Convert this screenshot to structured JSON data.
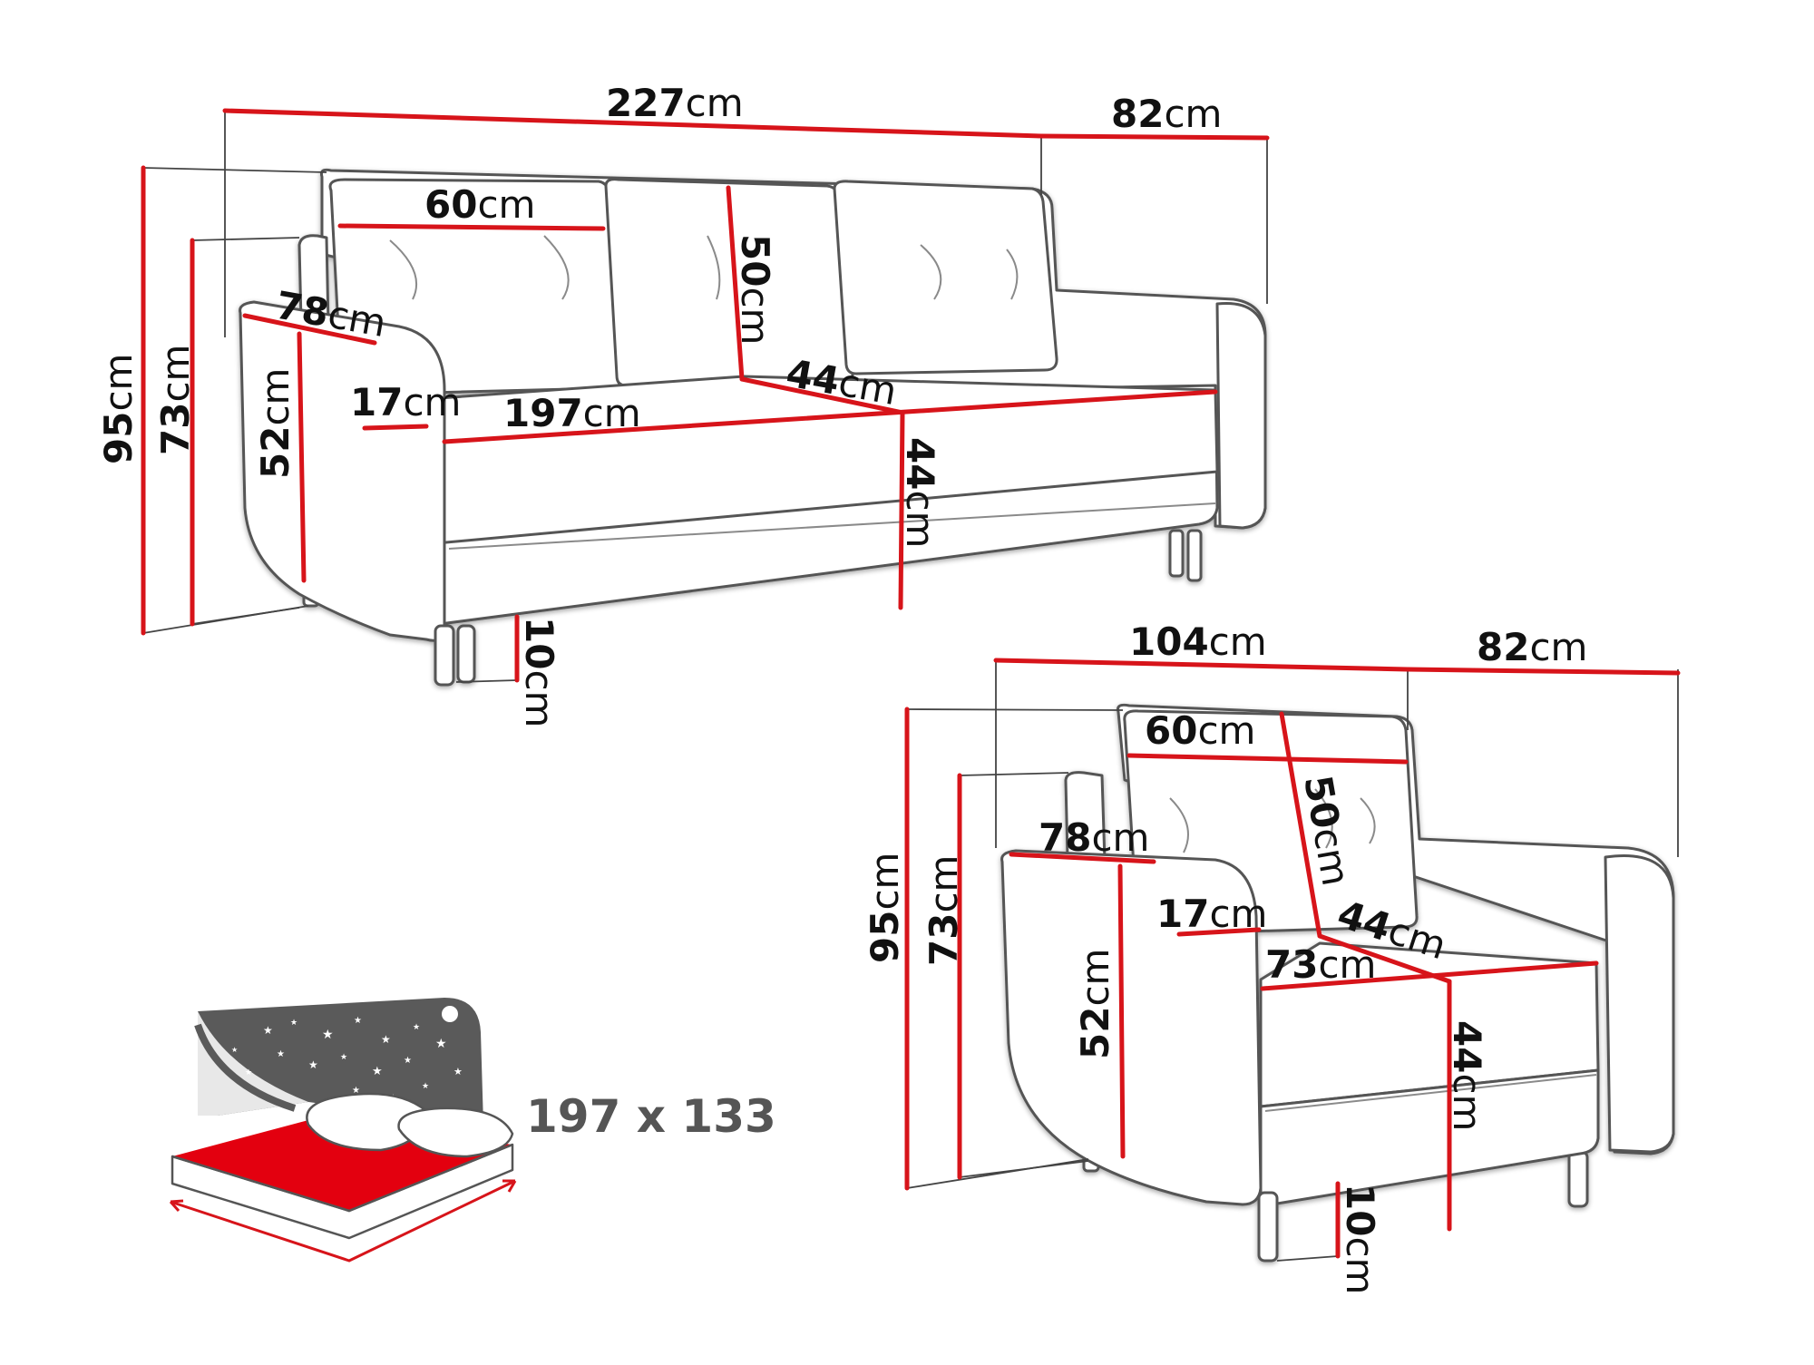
{
  "sofa": {
    "width": {
      "num": "227",
      "unit": "cm"
    },
    "depth": {
      "num": "82",
      "unit": "cm"
    },
    "cushion_width": {
      "num": "60",
      "unit": "cm"
    },
    "cushion_height": {
      "num": "50",
      "unit": "cm"
    },
    "armrest_depth": {
      "num": "78",
      "unit": "cm"
    },
    "armrest_width": {
      "num": "17",
      "unit": "cm"
    },
    "seat_width": {
      "num": "197",
      "unit": "cm"
    },
    "seat_depth": {
      "num": "44",
      "unit": "cm"
    },
    "total_height": {
      "num": "95",
      "unit": "cm"
    },
    "back_height": {
      "num": "73",
      "unit": "cm"
    },
    "armrest_height": {
      "num": "52",
      "unit": "cm"
    },
    "seat_height": {
      "num": "44",
      "unit": "cm"
    },
    "leg_height": {
      "num": "10",
      "unit": "cm"
    }
  },
  "armchair": {
    "width": {
      "num": "104",
      "unit": "cm"
    },
    "depth": {
      "num": "82",
      "unit": "cm"
    },
    "cushion_width": {
      "num": "60",
      "unit": "cm"
    },
    "cushion_height": {
      "num": "50",
      "unit": "cm"
    },
    "armrest_depth": {
      "num": "78",
      "unit": "cm"
    },
    "armrest_width": {
      "num": "17",
      "unit": "cm"
    },
    "seat_width": {
      "num": "73",
      "unit": "cm"
    },
    "seat_depth": {
      "num": "44",
      "unit": "cm"
    },
    "total_height": {
      "num": "95",
      "unit": "cm"
    },
    "back_height": {
      "num": "73",
      "unit": "cm"
    },
    "armrest_height": {
      "num": "52",
      "unit": "cm"
    },
    "seat_height": {
      "num": "44",
      "unit": "cm"
    },
    "leg_height": {
      "num": "10",
      "unit": "cm"
    }
  },
  "bed": {
    "sleeping_area": "197 x 133",
    "icon": "night-sky-bed-icon"
  },
  "colors": {
    "dimension_line": "#d7141a",
    "outline": "#555555",
    "guide": "#444444",
    "bed_red": "#e3000f",
    "sky": "#5a5a5a"
  }
}
